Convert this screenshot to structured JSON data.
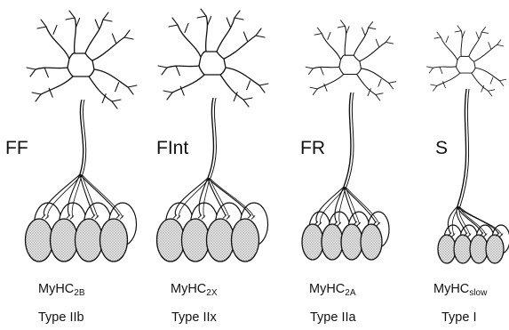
{
  "units": [
    {
      "label": "FF",
      "myhc_base": "MyHC",
      "myhc_sub": "2B",
      "fiber_type": "Type IIb"
    },
    {
      "label": "FInt",
      "myhc_base": "MyHC",
      "myhc_sub": "2X",
      "fiber_type": "Type IIx"
    },
    {
      "label": "FR",
      "myhc_base": "MyHC",
      "myhc_sub": "2A",
      "fiber_type": "Type IIa"
    },
    {
      "label": "S",
      "myhc_base": "MyHC",
      "myhc_sub": "slow",
      "fiber_type": "Type I"
    }
  ]
}
